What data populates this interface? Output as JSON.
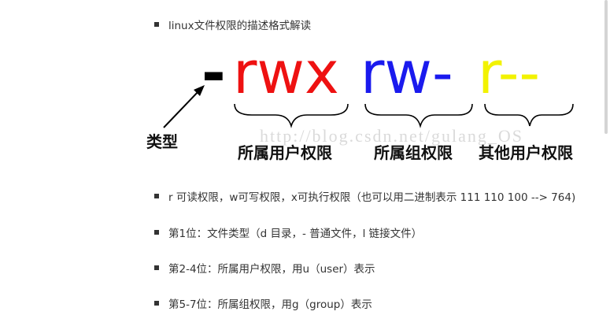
{
  "bullets": {
    "item1": "linux文件权限的描述格式解读",
    "item2": "r 可读权限，w可写权限，x可执行权限（也可以用二进制表示 111 110 100 --> 764)",
    "item3": "第1位：文件类型（d 目录，- 普通文件，l 链接文件）",
    "item4": "第2-4位：所属用户权限，用u（user）表示",
    "item5": "第5-7位：所属组权限，用g（group）表示"
  },
  "diagram": {
    "type_char": "-",
    "user_perm": "rwx",
    "group_perm": "rw-",
    "other_perm": "r--",
    "type_label": "类型",
    "user_label": "所属用户权限",
    "group_label": "所属组权限",
    "other_label": "其他用户权限",
    "watermark": "http://blog.csdn.net/gulang_OS",
    "colors": {
      "type": "#000000",
      "user": "#ee1111",
      "group": "#1a1aee",
      "other": "#f2f200"
    }
  }
}
